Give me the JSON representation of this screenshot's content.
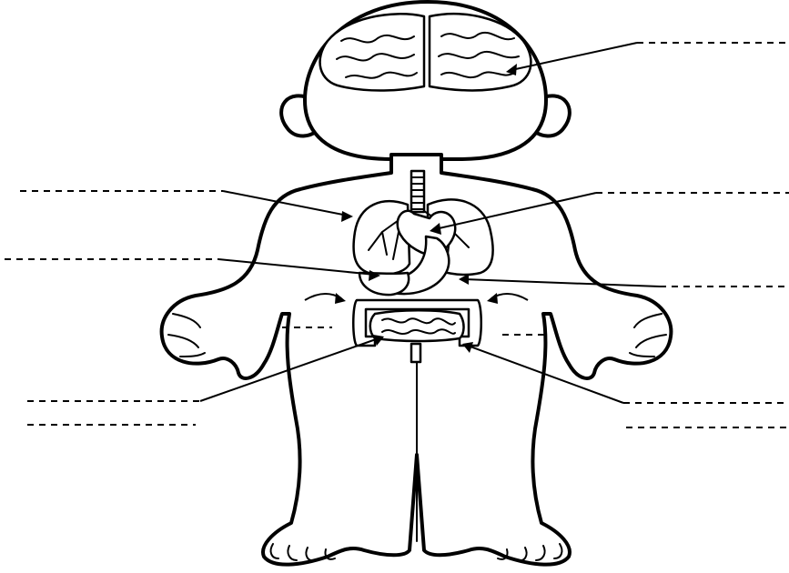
{
  "diagram": {
    "organs": [
      "brain",
      "lungs",
      "heart",
      "stomach",
      "liver",
      "small-intestine",
      "large-intestine",
      "trachea"
    ],
    "colors": {
      "ink": "#000000",
      "paper": "#ffffff"
    },
    "label_blanks": [
      {
        "id": "blank-brain",
        "text": ""
      },
      {
        "id": "blank-lungs",
        "text": ""
      },
      {
        "id": "blank-heart",
        "text": ""
      },
      {
        "id": "blank-liver",
        "text": ""
      },
      {
        "id": "blank-stomach",
        "text": ""
      },
      {
        "id": "blank-small-intestine-1",
        "text": ""
      },
      {
        "id": "blank-small-intestine-2",
        "text": ""
      },
      {
        "id": "blank-large-intestine-1",
        "text": ""
      },
      {
        "id": "blank-large-intestine-2",
        "text": ""
      },
      {
        "id": "blank-left-side",
        "text": ""
      },
      {
        "id": "blank-right-side",
        "text": ""
      }
    ]
  }
}
